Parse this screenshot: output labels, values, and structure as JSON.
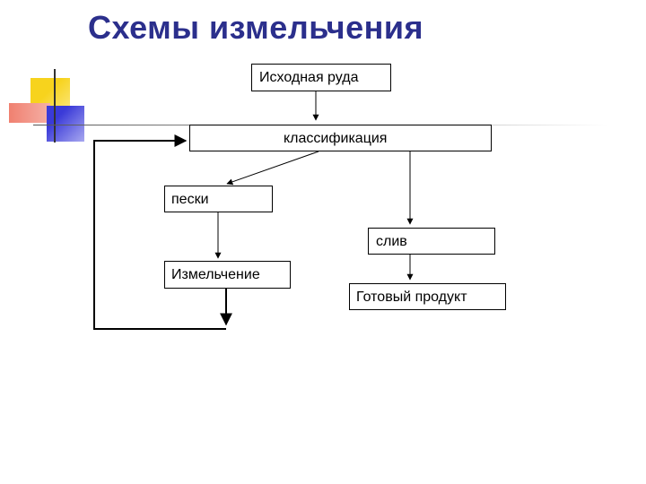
{
  "title": "Схемы измельчения",
  "boxes": {
    "ore": "Исходная руда",
    "classification": "классификация",
    "sands": "пески",
    "slime": "слив",
    "grinding": "Измельчение",
    "product": "Готовый продукт"
  },
  "colors": {
    "title": "#2b2f8c",
    "deco_yellow": "#f7d31d",
    "deco_red": "#f08070",
    "deco_blue": "#3a3ad8"
  }
}
